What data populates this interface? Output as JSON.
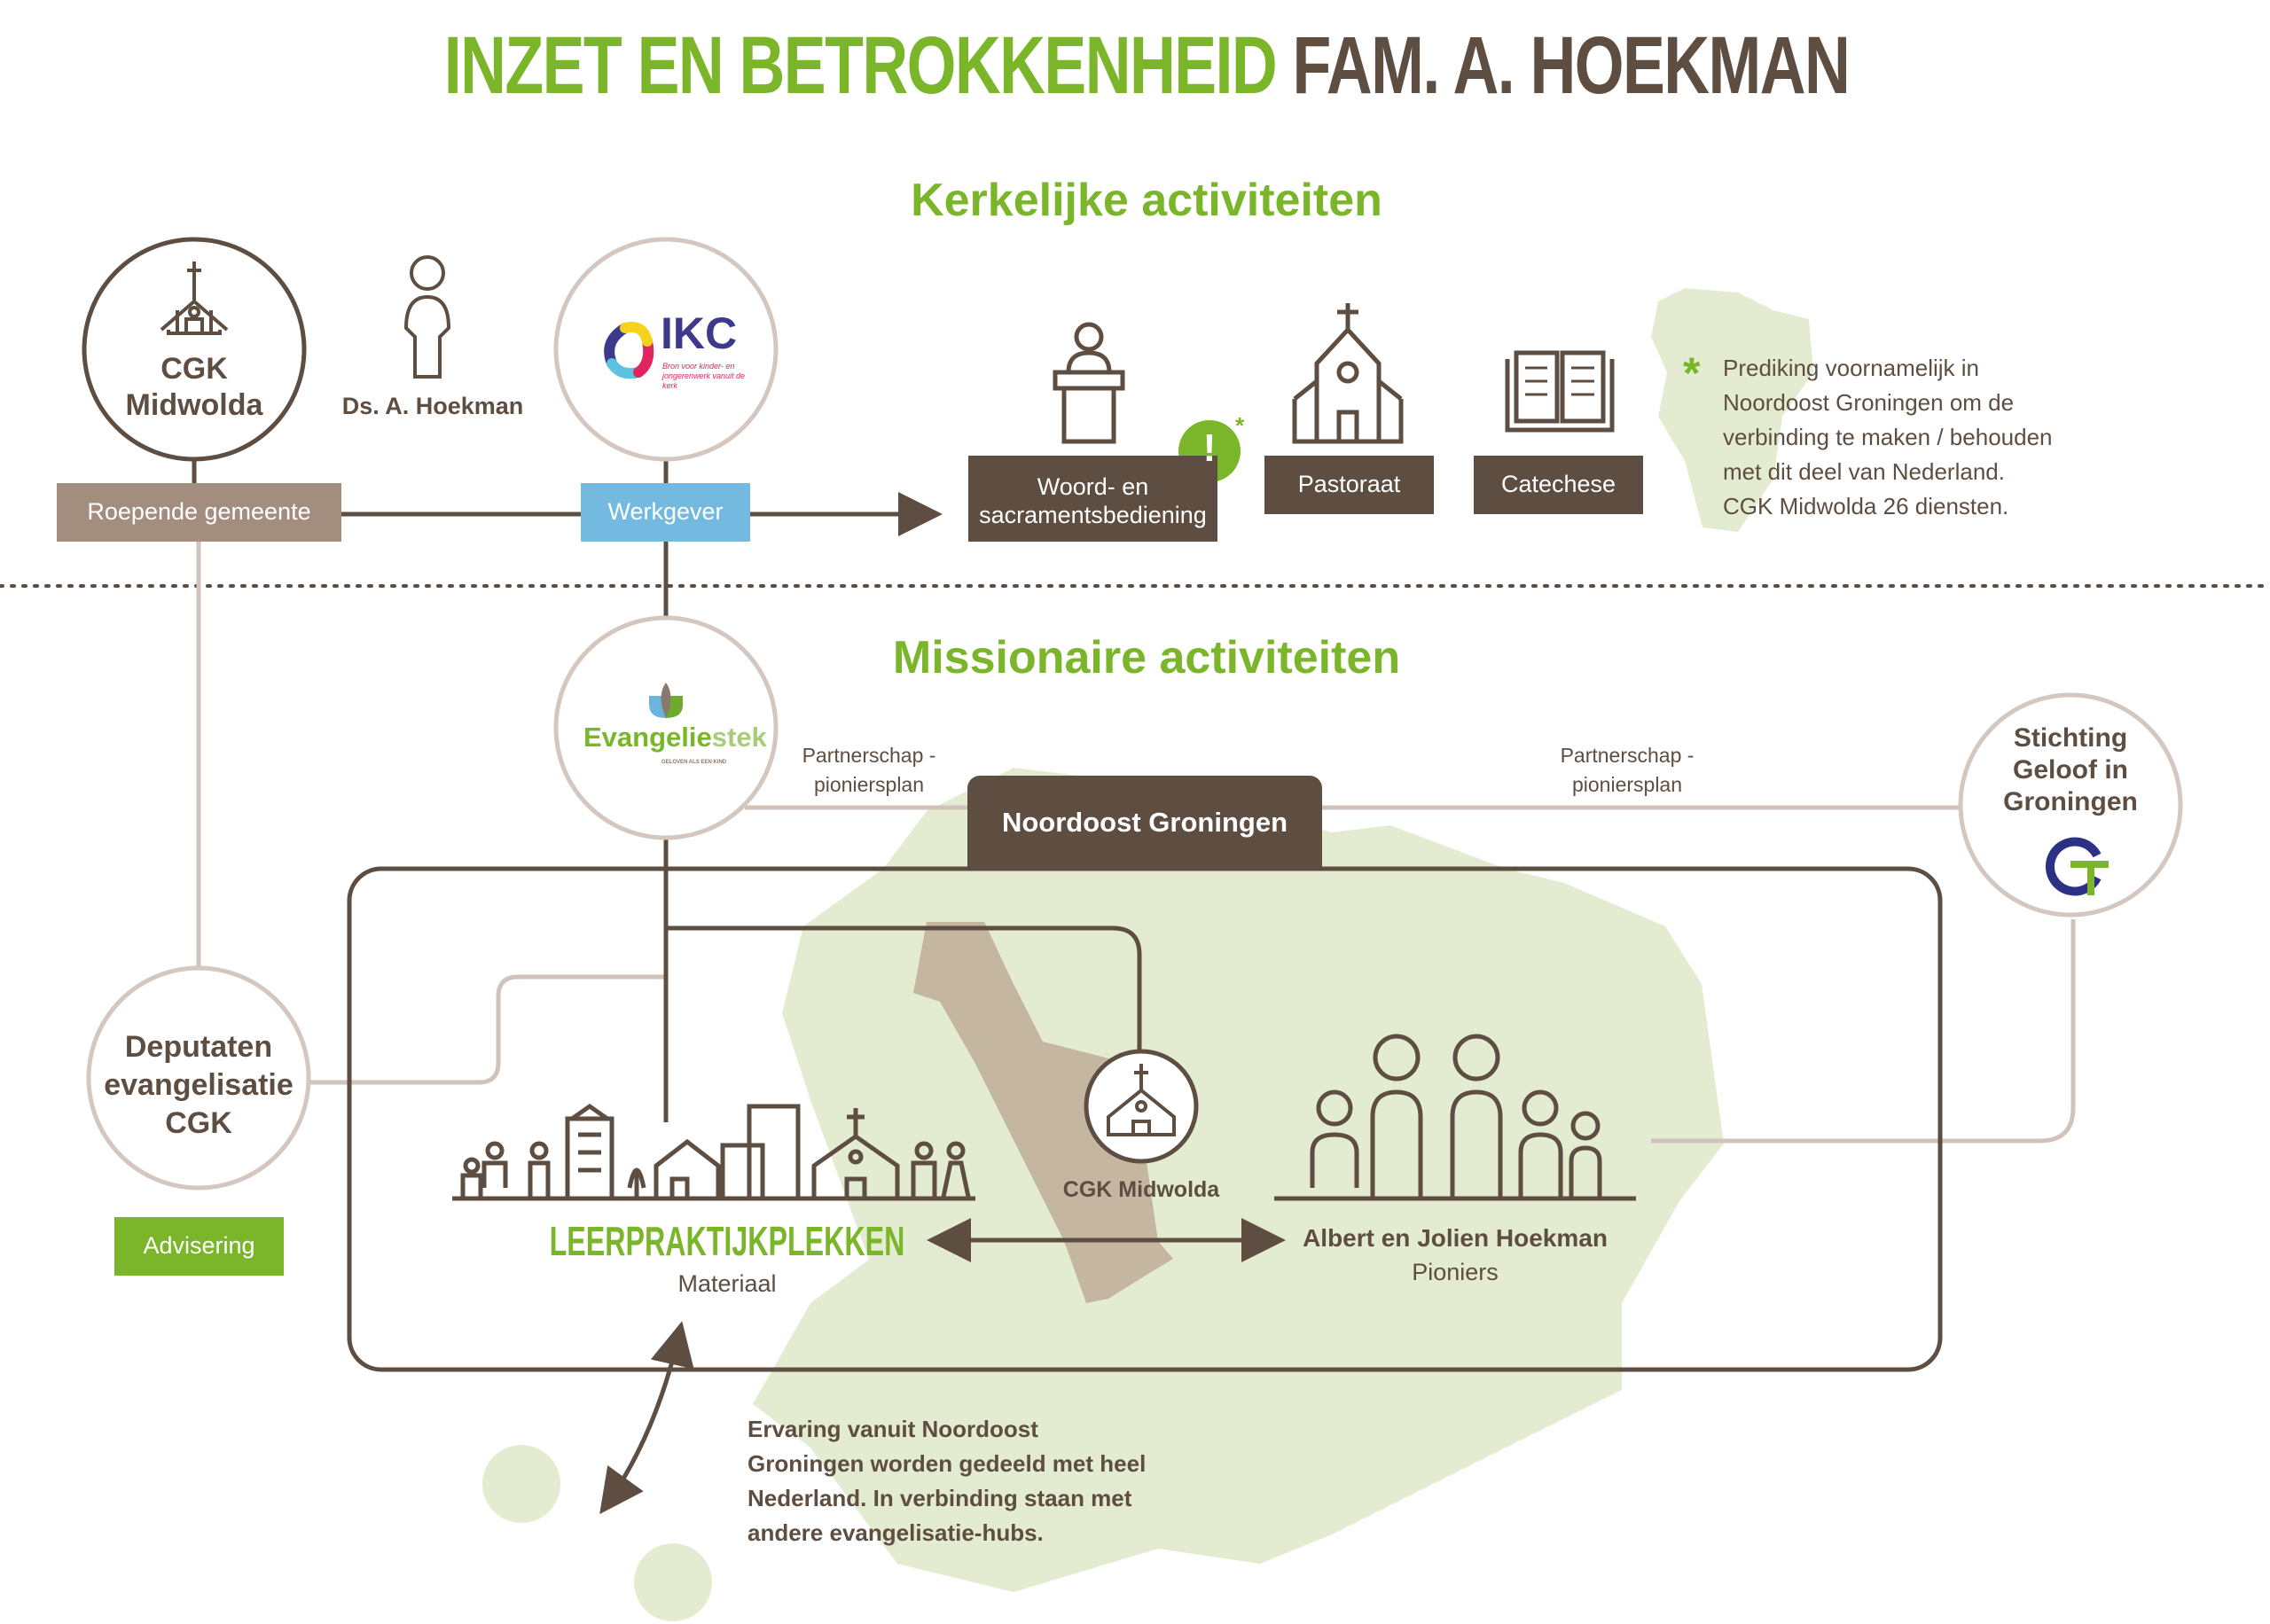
{
  "title": {
    "part1": "INZET EN BETROKKENHEID",
    "part2": "FAM. A. HOEKMAN"
  },
  "colors": {
    "green": "#7ab52a",
    "brown": "#5e4d41",
    "taupe": "#a38d7e",
    "blue": "#74b9e0",
    "map": "#e3ecd1"
  },
  "kerkelijk": {
    "heading": "Kerkelijke activiteiten",
    "cgk_circle": "CGK Midwolda",
    "person": "Ds. A. Hoekman",
    "ikc": {
      "name": "IKC",
      "tagline": "Bron voor kinder- en jongerenwerk vanuit de kerk"
    },
    "roepende": "Roepende gemeente",
    "werkgever": "Werkgever",
    "activities": [
      "Woord- en sacramentsbediening",
      "Pastoraat",
      "Catechese"
    ],
    "asterisk": "*",
    "exclamation": "!",
    "note": [
      "Prediking voornamelijk in",
      "Noordoost Groningen om de",
      "verbinding te maken / behouden",
      "met dit deel van Nederland.",
      "CGK Midwolda 26 diensten."
    ]
  },
  "missionair": {
    "heading": "Missionaire activiteiten",
    "evangeliestek": {
      "name1": "Evangelie",
      "name2": "stek",
      "tagline": "GELOVEN ALS EEN KIND"
    },
    "partner_left": [
      "Partnerschap -",
      "pioniersplan"
    ],
    "partner_right": [
      "Partnerschap -",
      "pioniersplan"
    ],
    "region": "Noordoost Groningen",
    "stichting": [
      "Stichting",
      "Geloof in",
      "Groningen"
    ],
    "stichting_logo": "GT",
    "deputaten": [
      "Deputaten",
      "evangelisatie",
      "CGK"
    ],
    "advisering": "Advisering",
    "cgk_small": "CGK Midwolda",
    "leer": "LEERPRAKTIJKPLEKKEN",
    "leer_sub": "Materiaal",
    "pioneers": "Albert en Jolien Hoekman",
    "pioneers_sub": "Pioniers",
    "bottom_note": [
      "Ervaring vanuit Noordoost",
      "Groningen worden gedeeld met heel",
      "Nederland. In verbinding staan met",
      "andere evangelisatie-hubs."
    ]
  }
}
